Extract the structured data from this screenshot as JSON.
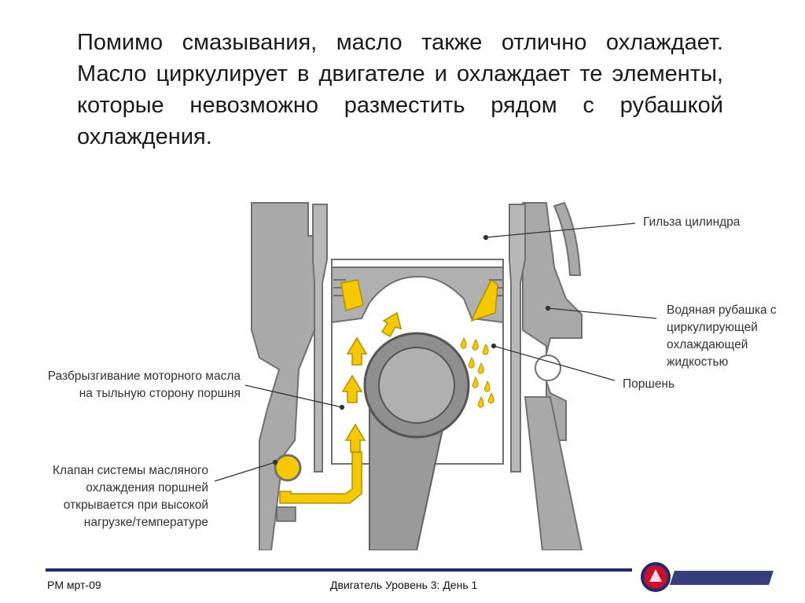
{
  "slide": {
    "body_text": "Помимо смазывания, масло также отлично охлаждает. Масло циркулирует в двигателе и охлаждает те элементы, которые невозможно разместить рядом с рубашкой охлаждения."
  },
  "callouts": {
    "cylinder_liner": "Гильза цилиндра",
    "water_jacket": "Водяная рубашка с циркулирующей охлаждающей жидкостью",
    "piston": "Поршень",
    "oil_spray": "Разбрызгивание моторного масла на тыльную сторону поршня",
    "valve": "Клапан системы масляного охлаждения поршней открывается при высокой нагрузке/температуре"
  },
  "footer": {
    "left": "PM мрт-09",
    "center": "Двигатель Уровень 3: День 1"
  },
  "colors": {
    "metal": "#a9a9a9",
    "metal_dark": "#707070",
    "oil": "#f5c800",
    "footer_bar": "#1e2a6e",
    "logo_red": "#c8102e"
  },
  "icons": {
    "brand_logo": "griffin-emblem-icon"
  }
}
